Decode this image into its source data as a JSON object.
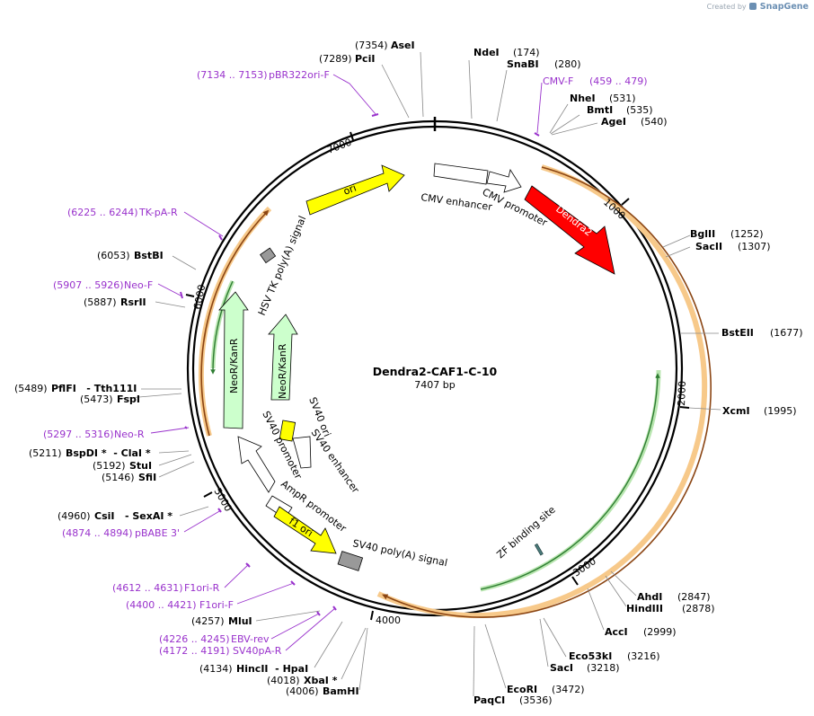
{
  "branding": {
    "prefix": "Created by",
    "logo": "SnapGene"
  },
  "plasmid": {
    "name": "Dendra2-CAF1-C-10",
    "length_label": "7407 bp",
    "length": 7407
  },
  "ticks": [
    "1000",
    "2000",
    "3000",
    "4000",
    "5000",
    "6000",
    "7000"
  ],
  "features": [
    {
      "name": "ori",
      "color": "#ffff00",
      "labeled": true
    },
    {
      "name": "CMV enhancer",
      "color": "#ffffff",
      "labeled": true
    },
    {
      "name": "CMV promoter",
      "color": "#ffffff",
      "labeled": true
    },
    {
      "name": "Dendra2",
      "color": "#ff0000",
      "labeled": true
    },
    {
      "name": "HSV TK poly(A) signal",
      "color": "#999999",
      "labeled": true
    },
    {
      "name": "NeoR/KanR",
      "color": "#ccffcc",
      "labeled": true
    },
    {
      "name": "NeoR/KanR",
      "color": "#ccffcc",
      "labeled": true
    },
    {
      "name": "SV40 ori",
      "color": "#ffff00",
      "labeled": true
    },
    {
      "name": "SV40 enhancer",
      "color": "#ffffff",
      "labeled": true
    },
    {
      "name": "SV40 promoter",
      "color": "#ffffff",
      "labeled": true
    },
    {
      "name": "AmpR promoter",
      "color": "#ffffff",
      "labeled": true
    },
    {
      "name": "f1 ori",
      "color": "#ffff00",
      "labeled": true
    },
    {
      "name": "SV40 poly(A) signal",
      "color": "#999999",
      "labeled": true
    },
    {
      "name": "ZF binding site",
      "color": "#4a7a7a",
      "labeled": true
    }
  ],
  "enzymes": [
    {
      "name": "AseI",
      "pos": "(7354)"
    },
    {
      "name": "PciI",
      "pos": "(7289)"
    },
    {
      "name": "NdeI",
      "pos": "(174)"
    },
    {
      "name": "SnaBI",
      "pos": "(280)"
    },
    {
      "name": "NheI",
      "pos": "(531)"
    },
    {
      "name": "BmtI",
      "pos": "(535)"
    },
    {
      "name": "AgeI",
      "pos": "(540)"
    },
    {
      "name": "BglII",
      "pos": "(1252)"
    },
    {
      "name": "SacII",
      "pos": "(1307)"
    },
    {
      "name": "BstEII",
      "pos": "(1677)"
    },
    {
      "name": "XcmI",
      "pos": "(1995)"
    },
    {
      "name": "AhdI",
      "pos": "(2847)"
    },
    {
      "name": "HindIII",
      "pos": "(2878)"
    },
    {
      "name": "AccI",
      "pos": "(2999)"
    },
    {
      "name": "Eco53kI",
      "pos": "(3216)"
    },
    {
      "name": "SacI",
      "pos": "(3218)"
    },
    {
      "name": "EcoRI",
      "pos": "(3472)"
    },
    {
      "name": "PaqCI",
      "pos": "(3536)"
    },
    {
      "name": "BamHI",
      "pos": "(4006)"
    },
    {
      "name": "XbaI *",
      "pos": "(4018)"
    },
    {
      "name": "HincII  - HpaI",
      "pos": "(4134)"
    },
    {
      "name": "MluI",
      "pos": "(4257)"
    },
    {
      "name": "CsiI   - SexAI *",
      "pos": "(4960)"
    },
    {
      "name": "SfiI",
      "pos": "(5146)"
    },
    {
      "name": "StuI",
      "pos": "(5192)"
    },
    {
      "name": "BspDI *  - ClaI *",
      "pos": "(5211)"
    },
    {
      "name": "FspI",
      "pos": "(5473)"
    },
    {
      "name": "PflFI   - Tth111I",
      "pos": "(5489)"
    },
    {
      "name": "RsrII",
      "pos": "(5887)"
    },
    {
      "name": "BstBI",
      "pos": "(6053)"
    }
  ],
  "primers": [
    {
      "range": "(7134 .. 7153)",
      "name": "pBR322ori-F"
    },
    {
      "range": "(459 .. 479)",
      "name": "CMV-F"
    },
    {
      "range": "(6225 .. 6244)",
      "name": "TK-pA-R"
    },
    {
      "range": "(5907 .. 5926)",
      "name": "Neo-F"
    },
    {
      "range": "(5297 .. 5316)",
      "name": "Neo-R"
    },
    {
      "range": "(4874 .. 4894)",
      "name": "pBABE 3'"
    },
    {
      "range": "(4612 .. 4631)",
      "name": "F1ori-R"
    },
    {
      "range": "(4400 .. 4421)",
      "name": "F1ori-F"
    },
    {
      "range": "(4226 .. 4245)",
      "name": "EBV-rev"
    },
    {
      "range": "(4172 .. 4191)",
      "name": "SV40pA-R"
    }
  ],
  "colors": {
    "backbone": "#000000",
    "orf_band": "#f7c98a",
    "orf_line": "#8b4513",
    "neo_line": "#2e7d32",
    "primer": "#9932cc"
  }
}
